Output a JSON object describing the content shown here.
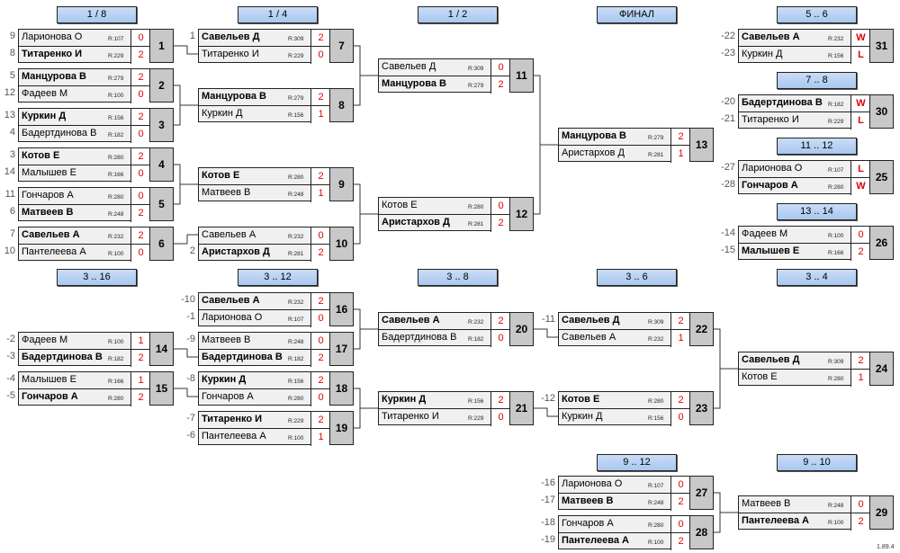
{
  "headers": [
    "1 / 8",
    "1 / 4",
    "1 / 2",
    "ФИНАЛ",
    "5 .. 6",
    "7 .. 8",
    "11 .. 12",
    "13 .. 14",
    "3 .. 16",
    "3 .. 12",
    "3 .. 8",
    "3 .. 6",
    "3 .. 4",
    "9 .. 12",
    "9 .. 10"
  ],
  "matches": [
    {
      "id": "1",
      "p": [
        {
          "seed": "9",
          "name": "Ларионова О",
          "rating": "R:107",
          "score": "0",
          "win": false
        },
        {
          "seed": "8",
          "name": "Титаренко И",
          "rating": "R:229",
          "score": "2",
          "win": true
        }
      ]
    },
    {
      "id": "2",
      "p": [
        {
          "seed": "5",
          "name": "Манцурова В",
          "rating": "R:279",
          "score": "2",
          "win": true
        },
        {
          "seed": "12",
          "name": "Фадеев М",
          "rating": "R:100",
          "score": "0",
          "win": false
        }
      ]
    },
    {
      "id": "3",
      "p": [
        {
          "seed": "13",
          "name": "Куркин Д",
          "rating": "R:156",
          "score": "2",
          "win": true
        },
        {
          "seed": "4",
          "name": "Бадертдинова В",
          "rating": "R:182",
          "score": "0",
          "win": false
        }
      ]
    },
    {
      "id": "4",
      "p": [
        {
          "seed": "3",
          "name": "Котов Е",
          "rating": "R:280",
          "score": "2",
          "win": true
        },
        {
          "seed": "14",
          "name": "Малышев Е",
          "rating": "R:166",
          "score": "0",
          "win": false
        }
      ]
    },
    {
      "id": "5",
      "p": [
        {
          "seed": "11",
          "name": "Гончаров А",
          "rating": "R:280",
          "score": "0",
          "win": false
        },
        {
          "seed": "6",
          "name": "Матвеев В",
          "rating": "R:248",
          "score": "2",
          "win": true
        }
      ]
    },
    {
      "id": "6",
      "p": [
        {
          "seed": "7",
          "name": "Савельев А",
          "rating": "R:232",
          "score": "2",
          "win": true
        },
        {
          "seed": "10",
          "name": "Пантелеева А",
          "rating": "R:100",
          "score": "0",
          "win": false
        }
      ]
    },
    {
      "id": "7",
      "p": [
        {
          "seed": "1",
          "name": "Савельев Д",
          "rating": "R:309",
          "score": "2",
          "win": true
        },
        {
          "seed": "",
          "name": "Титаренко И",
          "rating": "R:229",
          "score": "0",
          "win": false
        }
      ]
    },
    {
      "id": "8",
      "p": [
        {
          "seed": "",
          "name": "Манцурова В",
          "rating": "R:279",
          "score": "2",
          "win": true
        },
        {
          "seed": "",
          "name": "Куркин Д",
          "rating": "R:156",
          "score": "1",
          "win": false
        }
      ]
    },
    {
      "id": "9",
      "p": [
        {
          "seed": "",
          "name": "Котов Е",
          "rating": "R:280",
          "score": "2",
          "win": true
        },
        {
          "seed": "",
          "name": "Матвеев В",
          "rating": "R:248",
          "score": "1",
          "win": false
        }
      ]
    },
    {
      "id": "10",
      "p": [
        {
          "seed": "",
          "name": "Савельев А",
          "rating": "R:232",
          "score": "0",
          "win": false
        },
        {
          "seed": "2",
          "name": "Аристархов Д",
          "rating": "R:281",
          "score": "2",
          "win": true
        }
      ]
    },
    {
      "id": "11",
      "p": [
        {
          "seed": "",
          "name": "Савельев Д",
          "rating": "R:309",
          "score": "0",
          "win": false
        },
        {
          "seed": "",
          "name": "Манцурова В",
          "rating": "R:279",
          "score": "2",
          "win": true
        }
      ]
    },
    {
      "id": "12",
      "p": [
        {
          "seed": "",
          "name": "Котов Е",
          "rating": "R:280",
          "score": "0",
          "win": false
        },
        {
          "seed": "",
          "name": "Аристархов Д",
          "rating": "R:281",
          "score": "2",
          "win": true
        }
      ]
    },
    {
      "id": "13",
      "p": [
        {
          "seed": "",
          "name": "Манцурова В",
          "rating": "R:279",
          "score": "2",
          "win": true
        },
        {
          "seed": "",
          "name": "Аристархов Д",
          "rating": "R:281",
          "score": "1",
          "win": false
        }
      ]
    },
    {
      "id": "31",
      "p": [
        {
          "seed": "-22",
          "name": "Савельев А",
          "rating": "R:232",
          "score": "W",
          "win": true
        },
        {
          "seed": "-23",
          "name": "Куркин Д",
          "rating": "R:156",
          "score": "L",
          "win": false
        }
      ]
    },
    {
      "id": "30",
      "p": [
        {
          "seed": "-20",
          "name": "Бадертдинова В",
          "rating": "R:182",
          "score": "W",
          "win": true
        },
        {
          "seed": "-21",
          "name": "Титаренко И",
          "rating": "R:229",
          "score": "L",
          "win": false
        }
      ]
    },
    {
      "id": "25",
      "p": [
        {
          "seed": "-27",
          "name": "Ларионова О",
          "rating": "R:107",
          "score": "L",
          "win": false
        },
        {
          "seed": "-28",
          "name": "Гончаров А",
          "rating": "R:280",
          "score": "W",
          "win": true
        }
      ]
    },
    {
      "id": "26",
      "p": [
        {
          "seed": "-14",
          "name": "Фадеев М",
          "rating": "R:100",
          "score": "0",
          "win": false
        },
        {
          "seed": "-15",
          "name": "Малышев Е",
          "rating": "R:166",
          "score": "2",
          "win": true
        }
      ]
    },
    {
      "id": "14",
      "p": [
        {
          "seed": "-2",
          "name": "Фадеев М",
          "rating": "R:100",
          "score": "1",
          "win": false
        },
        {
          "seed": "-3",
          "name": "Бадертдинова В",
          "rating": "R:182",
          "score": "2",
          "win": true
        }
      ]
    },
    {
      "id": "15",
      "p": [
        {
          "seed": "-4",
          "name": "Малышев Е",
          "rating": "R:166",
          "score": "1",
          "win": false
        },
        {
          "seed": "-5",
          "name": "Гончаров А",
          "rating": "R:280",
          "score": "2",
          "win": true
        }
      ]
    },
    {
      "id": "16",
      "p": [
        {
          "seed": "-10",
          "name": "Савельев А",
          "rating": "R:232",
          "score": "2",
          "win": true
        },
        {
          "seed": "-1",
          "name": "Ларионова О",
          "rating": "R:107",
          "score": "0",
          "win": false
        }
      ]
    },
    {
      "id": "17",
      "p": [
        {
          "seed": "-9",
          "name": "Матвеев В",
          "rating": "R:248",
          "score": "0",
          "win": false
        },
        {
          "seed": "",
          "name": "Бадертдинова В",
          "rating": "R:182",
          "score": "2",
          "win": true
        }
      ]
    },
    {
      "id": "18",
      "p": [
        {
          "seed": "-8",
          "name": "Куркин Д",
          "rating": "R:156",
          "score": "2",
          "win": true
        },
        {
          "seed": "",
          "name": "Гончаров А",
          "rating": "R:280",
          "score": "0",
          "win": false
        }
      ]
    },
    {
      "id": "19",
      "p": [
        {
          "seed": "-7",
          "name": "Титаренко И",
          "rating": "R:229",
          "score": "2",
          "win": true
        },
        {
          "seed": "-6",
          "name": "Пантелеева А",
          "rating": "R:100",
          "score": "1",
          "win": false
        }
      ]
    },
    {
      "id": "20",
      "p": [
        {
          "seed": "",
          "name": "Савельев А",
          "rating": "R:232",
          "score": "2",
          "win": true
        },
        {
          "seed": "",
          "name": "Бадертдинова В",
          "rating": "R:182",
          "score": "0",
          "win": false
        }
      ]
    },
    {
      "id": "21",
      "p": [
        {
          "seed": "",
          "name": "Куркин Д",
          "rating": "R:156",
          "score": "2",
          "win": true
        },
        {
          "seed": "",
          "name": "Титаренко И",
          "rating": "R:229",
          "score": "0",
          "win": false
        }
      ]
    },
    {
      "id": "22",
      "p": [
        {
          "seed": "-11",
          "name": "Савельев Д",
          "rating": "R:309",
          "score": "2",
          "win": true
        },
        {
          "seed": "",
          "name": "Савельев А",
          "rating": "R:232",
          "score": "1",
          "win": false
        }
      ]
    },
    {
      "id": "23",
      "p": [
        {
          "seed": "-12",
          "name": "Котов Е",
          "rating": "R:280",
          "score": "2",
          "win": true
        },
        {
          "seed": "",
          "name": "Куркин Д",
          "rating": "R:156",
          "score": "0",
          "win": false
        }
      ]
    },
    {
      "id": "24",
      "p": [
        {
          "seed": "",
          "name": "Савельев Д",
          "rating": "R:309",
          "score": "2",
          "win": true
        },
        {
          "seed": "",
          "name": "Котов Е",
          "rating": "R:280",
          "score": "1",
          "win": false
        }
      ]
    },
    {
      "id": "27",
      "p": [
        {
          "seed": "-16",
          "name": "Ларионова О",
          "rating": "R:107",
          "score": "0",
          "win": false
        },
        {
          "seed": "-17",
          "name": "Матвеев В",
          "rating": "R:248",
          "score": "2",
          "win": true
        }
      ]
    },
    {
      "id": "28",
      "p": [
        {
          "seed": "-18",
          "name": "Гончаров А",
          "rating": "R:280",
          "score": "0",
          "win": false
        },
        {
          "seed": "-19",
          "name": "Пантелеева А",
          "rating": "R:100",
          "score": "2",
          "win": true
        }
      ]
    },
    {
      "id": "29",
      "p": [
        {
          "seed": "",
          "name": "Матвеев В",
          "rating": "R:248",
          "score": "0",
          "win": false
        },
        {
          "seed": "",
          "name": "Пантелеева А",
          "rating": "R:100",
          "score": "2",
          "win": true
        }
      ]
    }
  ],
  "version": "1.89.4"
}
